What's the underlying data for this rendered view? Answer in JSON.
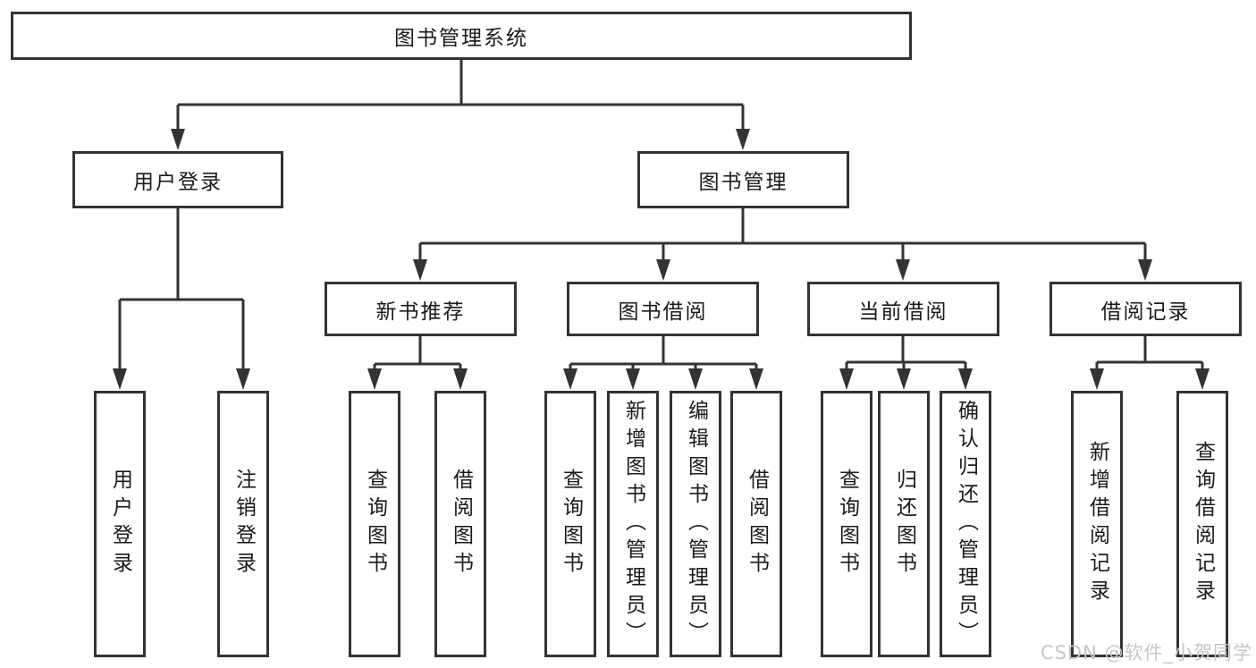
{
  "diagram_title": "图书管理系统",
  "tree": {
    "label": "图书管理系统",
    "children": [
      {
        "label": "用户登录",
        "children": [
          {
            "label": "用户登录"
          },
          {
            "label": "注销登录"
          }
        ]
      },
      {
        "label": "图书管理",
        "children": [
          {
            "label": "新书推荐",
            "children": [
              {
                "label": "查询图书"
              },
              {
                "label": "借阅图书"
              }
            ]
          },
          {
            "label": "图书借阅",
            "children": [
              {
                "label": "查询图书"
              },
              {
                "label": "新增图书（管理员）"
              },
              {
                "label": "编辑图书（管理员）"
              },
              {
                "label": "借阅图书"
              }
            ]
          },
          {
            "label": "当前借阅",
            "children": [
              {
                "label": "查询图书"
              },
              {
                "label": "归还图书"
              },
              {
                "label": "确认归还（管理员）"
              }
            ]
          },
          {
            "label": "借阅记录",
            "children": [
              {
                "label": "新增借阅记录"
              },
              {
                "label": "查询借阅记录"
              }
            ]
          }
        ]
      }
    ]
  },
  "watermark": "CSDN @软件_小贺同学",
  "colors": {
    "line": "#333333",
    "box_border": "#333333",
    "box_fill": "#ffffff",
    "text": "#1a1a1a",
    "watermark": "#c6c6c6",
    "background": "#ffffff"
  }
}
